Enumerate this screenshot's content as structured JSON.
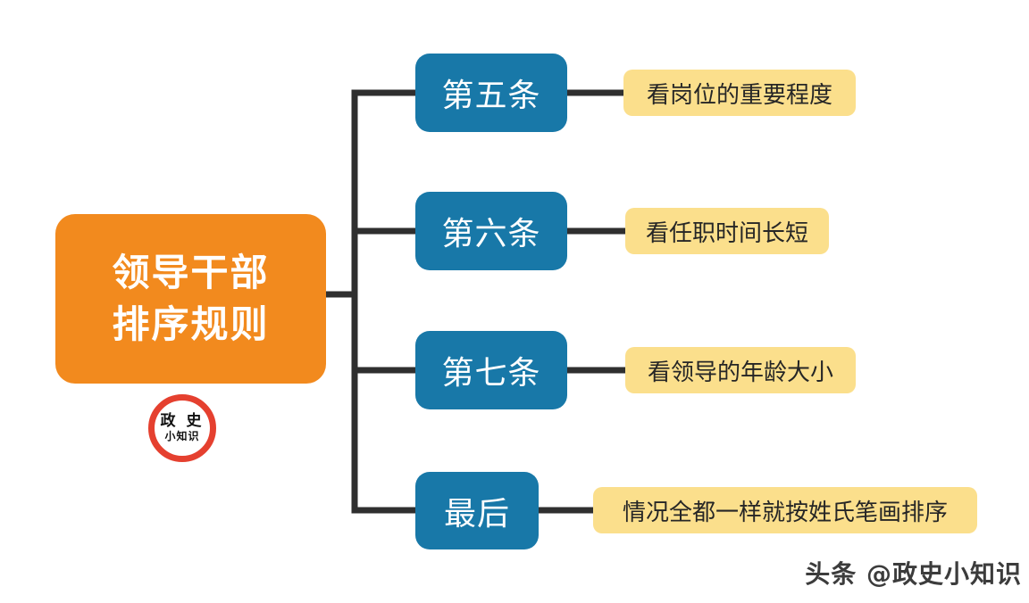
{
  "diagram": {
    "root": {
      "line1": "领导干部",
      "line2": "排序规则"
    },
    "branches": [
      {
        "label": "第五条",
        "detail": "看岗位的重要程度"
      },
      {
        "label": "第六条",
        "detail": "看任职时间长短"
      },
      {
        "label": "第七条",
        "detail": "看领导的年龄大小"
      },
      {
        "label": "最后",
        "detail": "情况全都一样就按姓氏笔画排序"
      }
    ]
  },
  "logo": {
    "line1": "政 史",
    "line2": "小知识"
  },
  "watermark": "头条 @政史小知识",
  "colors": {
    "root_bg": "#F28A1E",
    "branch_bg": "#1878A8",
    "detail_bg": "#FBDF8C",
    "connector": "#2F2F2F",
    "logo_ring": "#E5402F",
    "node_text": "#FFFFFF",
    "detail_text": "#262626",
    "watermark_text": "#3C3C3C",
    "background": "#FFFFFF"
  }
}
